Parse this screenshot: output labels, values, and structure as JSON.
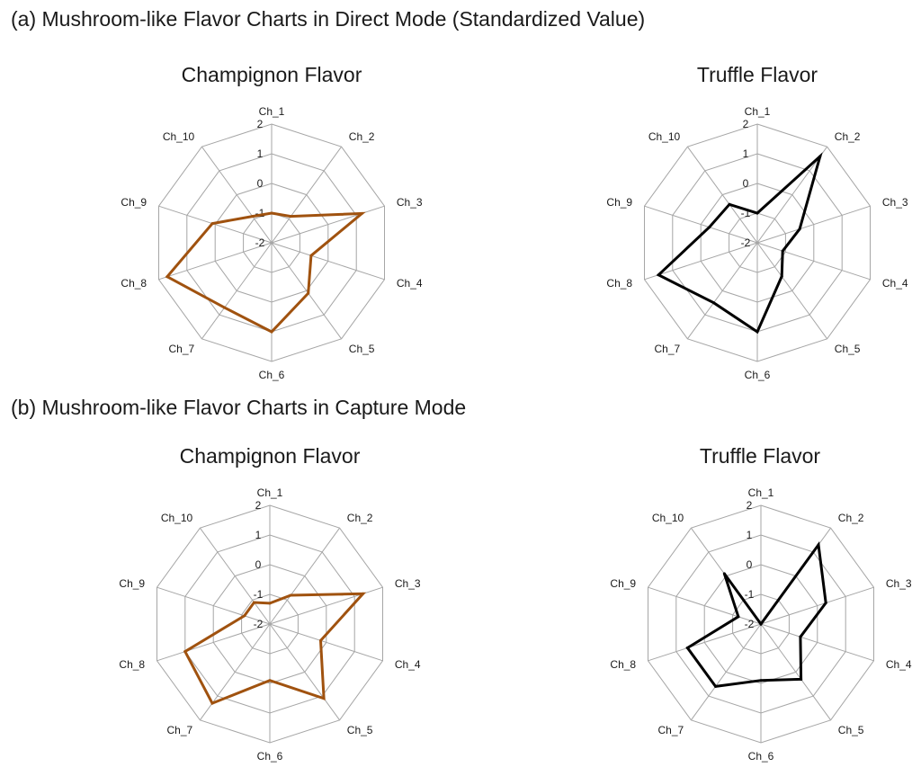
{
  "section_a_title": "(a) Mushroom-like Flavor Charts in Direct Mode (Standardized Value)",
  "section_b_title": "(b) Mushroom-like Flavor Charts in Capture Mode",
  "colors": {
    "champignon": "#a0520f",
    "truffle": "#000000",
    "grid": "#a6a6a6"
  },
  "chart_data": [
    {
      "type": "radar",
      "title": "Champignon Flavor",
      "categories": [
        "Ch_1",
        "Ch_2",
        "Ch_3",
        "Ch_4",
        "Ch_5",
        "Ch_6",
        "Ch_7",
        "Ch_8",
        "Ch_9",
        "Ch_10"
      ],
      "ticks": [
        "-2",
        "-1",
        "0",
        "1",
        "2"
      ],
      "rlim": [
        -2,
        2
      ],
      "series": [
        {
          "values": [
            -1.0,
            -0.9,
            1.2,
            -0.6,
            0.1,
            1.0,
            0.7,
            1.7,
            0.1,
            -0.9
          ]
        }
      ]
    },
    {
      "type": "radar",
      "title": "Truffle Flavor",
      "categories": [
        "Ch_1",
        "Ch_2",
        "Ch_3",
        "Ch_4",
        "Ch_5",
        "Ch_6",
        "Ch_7",
        "Ch_8",
        "Ch_9",
        "Ch_10"
      ],
      "ticks": [
        "-2",
        "-1",
        "0",
        "1",
        "2"
      ],
      "rlim": [
        -2,
        2
      ],
      "series": [
        {
          "values": [
            -1.0,
            1.6,
            -0.5,
            -1.1,
            -0.6,
            1.0,
            0.5,
            1.5,
            -0.3,
            -0.4
          ]
        }
      ]
    },
    {
      "type": "radar",
      "title": "Champignon Flavor",
      "categories": [
        "Ch_1",
        "Ch_2",
        "Ch_3",
        "Ch_4",
        "Ch_5",
        "Ch_6",
        "Ch_7",
        "Ch_8",
        "Ch_9",
        "Ch_10"
      ],
      "ticks": [
        "-2",
        "-1",
        "0",
        "1",
        "2"
      ],
      "rlim": [
        -2,
        2
      ],
      "series": [
        {
          "values": [
            -1.3,
            -0.8,
            1.3,
            -0.2,
            1.1,
            -0.1,
            1.3,
            1.0,
            -1.1,
            -1.1
          ]
        }
      ]
    },
    {
      "type": "radar",
      "title": "Truffle Flavor",
      "categories": [
        "Ch_1",
        "Ch_2",
        "Ch_3",
        "Ch_4",
        "Ch_5",
        "Ch_6",
        "Ch_7",
        "Ch_8",
        "Ch_9",
        "Ch_10"
      ],
      "ticks": [
        "-2",
        "-1",
        "0",
        "1",
        "2"
      ],
      "rlim": [
        -2,
        2
      ],
      "series": [
        {
          "values": [
            -2.0,
            1.3,
            0.3,
            -0.6,
            0.3,
            -0.1,
            0.6,
            0.6,
            -1.2,
            0.1
          ]
        }
      ]
    }
  ]
}
